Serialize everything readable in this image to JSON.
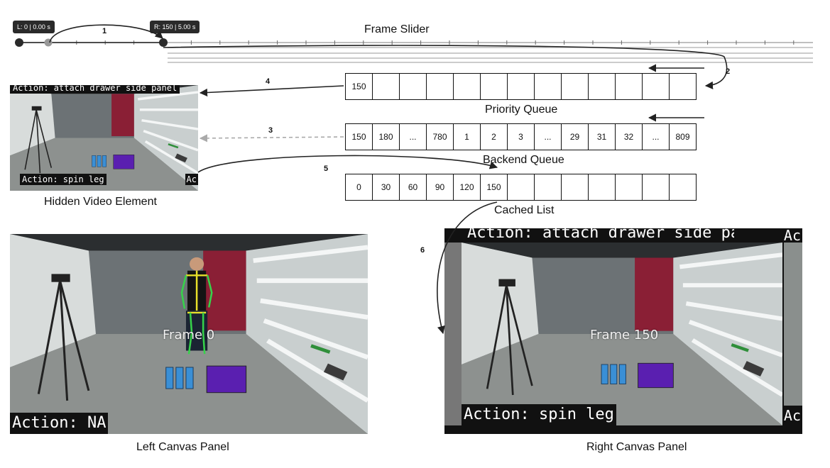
{
  "slider": {
    "title": "Frame Slider",
    "left_handle_tooltip": "L: 0 | 0.00 s",
    "right_handle_tooltip": "R: 150 | 5.00 s"
  },
  "steps": [
    "1",
    "2",
    "3",
    "4",
    "5",
    "6"
  ],
  "priority_queue": {
    "label": "Priority Queue",
    "cells": [
      "150",
      "",
      "",
      "",
      "",
      "",
      "",
      "",
      "",
      "",
      "",
      "",
      ""
    ]
  },
  "backend_queue": {
    "label": "Backend Queue",
    "cells": [
      "150",
      "180",
      "...",
      "780",
      "1",
      "2",
      "3",
      "...",
      "29",
      "31",
      "32",
      "...",
      "809"
    ]
  },
  "cached_list": {
    "label": "Cached List",
    "cells": [
      "0",
      "30",
      "60",
      "90",
      "120",
      "150",
      "",
      "",
      "",
      "",
      "",
      "",
      ""
    ]
  },
  "hidden_video": {
    "label": "Hidden Video Element",
    "top_action": "Action: attach drawer side panel",
    "bottom_action": "Action: spin leg",
    "right_sliver_text": "Ac"
  },
  "left_panel": {
    "label": "Left Canvas Panel",
    "frame_text": "Frame 0",
    "action": "Action: NA"
  },
  "right_panel": {
    "label": "Right Canvas Panel",
    "frame_text": "Frame 150",
    "action": "Action: spin leg",
    "top_action": "Action: attach drawer side panel",
    "right_sliver_text": "Ac"
  },
  "colors": {
    "floor": "#8d918f",
    "back_wall": "#6c7275",
    "side_wall": "#c9cfcf",
    "red_door": "#8a1f35",
    "purple_mat": "#5a1fb0",
    "blue_tile": "#3a8fd6",
    "skeleton_yellow": "#e8e02a",
    "skeleton_green": "#36d34a"
  }
}
